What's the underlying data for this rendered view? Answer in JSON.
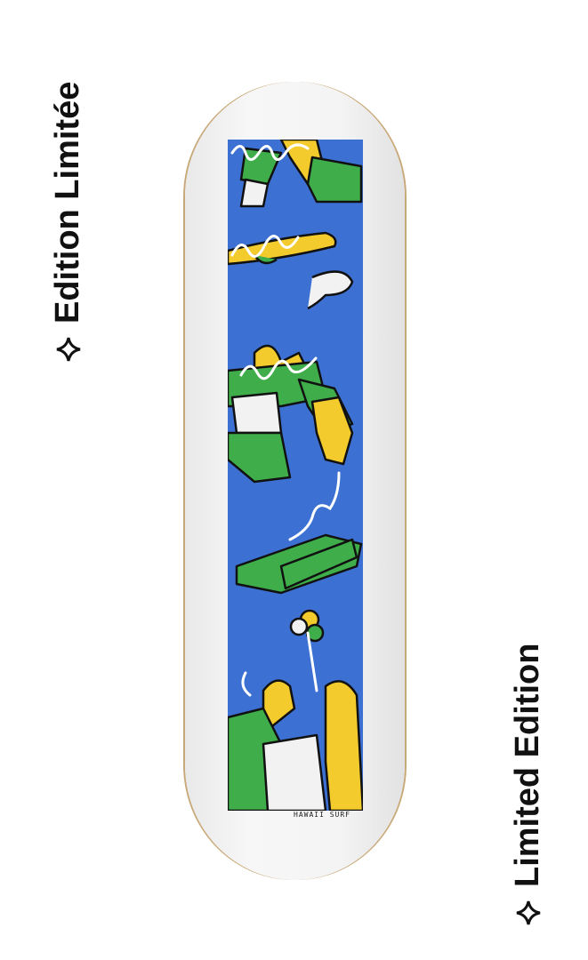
{
  "labels": {
    "left": "Edition Limitée",
    "right": "Limited Edition",
    "star_icon": "four-point-star-icon"
  },
  "deck": {
    "signature": "HAWAII SURF",
    "colors": {
      "deck": "#f2f2f2",
      "panel": "#3c70d3",
      "green": "#3fae4a",
      "yellow": "#f3cb2c"
    }
  }
}
